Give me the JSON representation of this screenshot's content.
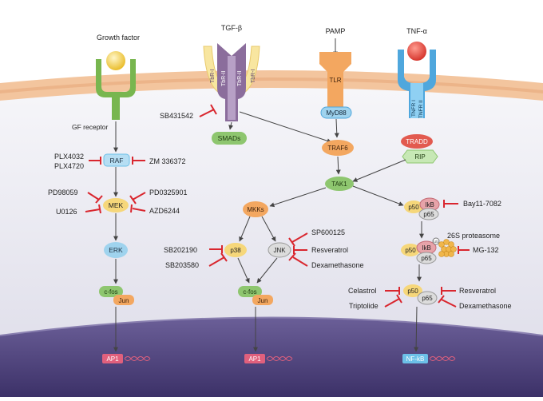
{
  "colors": {
    "membrane_outer": "#f3c59e",
    "membrane_inner": "#e8a87c",
    "cytoplasm": "#eeeef4",
    "nucleus": "#4a3f78",
    "inhibitor": "#d9262e",
    "arrow": "#444444",
    "green_node": "#8ec66f",
    "yellow_node": "#f6d77a",
    "orange_node": "#f3a760",
    "blue_node": "#6cc0e8",
    "pink_node": "#e0607d",
    "receptor_green": "#78b64f",
    "receptor_purple": "#8b6d9c",
    "receptor_blue": "#4fa7dd"
  },
  "ligands": {
    "growth_factor": "Growth factor",
    "tgfb": "TGF-β",
    "pamp": "PAMP",
    "tnfa": "TNF-α"
  },
  "receptors": {
    "gf_receptor": "GF receptor",
    "tbr1": "TbR-I",
    "tbr2": "TbR-II",
    "tlr": "TLR",
    "tnfr1": "TNFR I",
    "tnfr2": "TNFR II"
  },
  "nodes": {
    "raf": "RAF",
    "mek": "MEK",
    "erk": "ERK",
    "cfos": "c-fos",
    "jun": "Jun",
    "ap1": "AP1",
    "smads": "SMADs",
    "myd88": "MyD88",
    "traf6": "TRAF6",
    "tak1": "TAK1",
    "mkks": "MKKs",
    "p38": "p38",
    "jnk": "JNK",
    "tradd": "TRADD",
    "rip": "RIP",
    "p50": "p50",
    "ikb": "IkB",
    "p65": "p65",
    "proteasome": "26S proteasome",
    "ub": "Ub",
    "nfkb": "NF-kB"
  },
  "inhibitors": {
    "plx4032": "PLX4032",
    "plx4720": "PLX4720",
    "zm336372": "ZM 336372",
    "pd98059": "PD98059",
    "pd0325901": "PD0325901",
    "u0126": "U0126",
    "azd6244": "AZD6244",
    "sb431542": "SB431542",
    "sp600125": "SP600125",
    "sb202190": "SB202190",
    "resveratrol": "Resveratrol",
    "sb203580": "SB203580",
    "dexamethasone": "Dexamethasone",
    "bay11": "Bay11-7082",
    "mg132": "MG-132",
    "celastrol": "Celastrol",
    "triptolide": "Triptolide"
  }
}
